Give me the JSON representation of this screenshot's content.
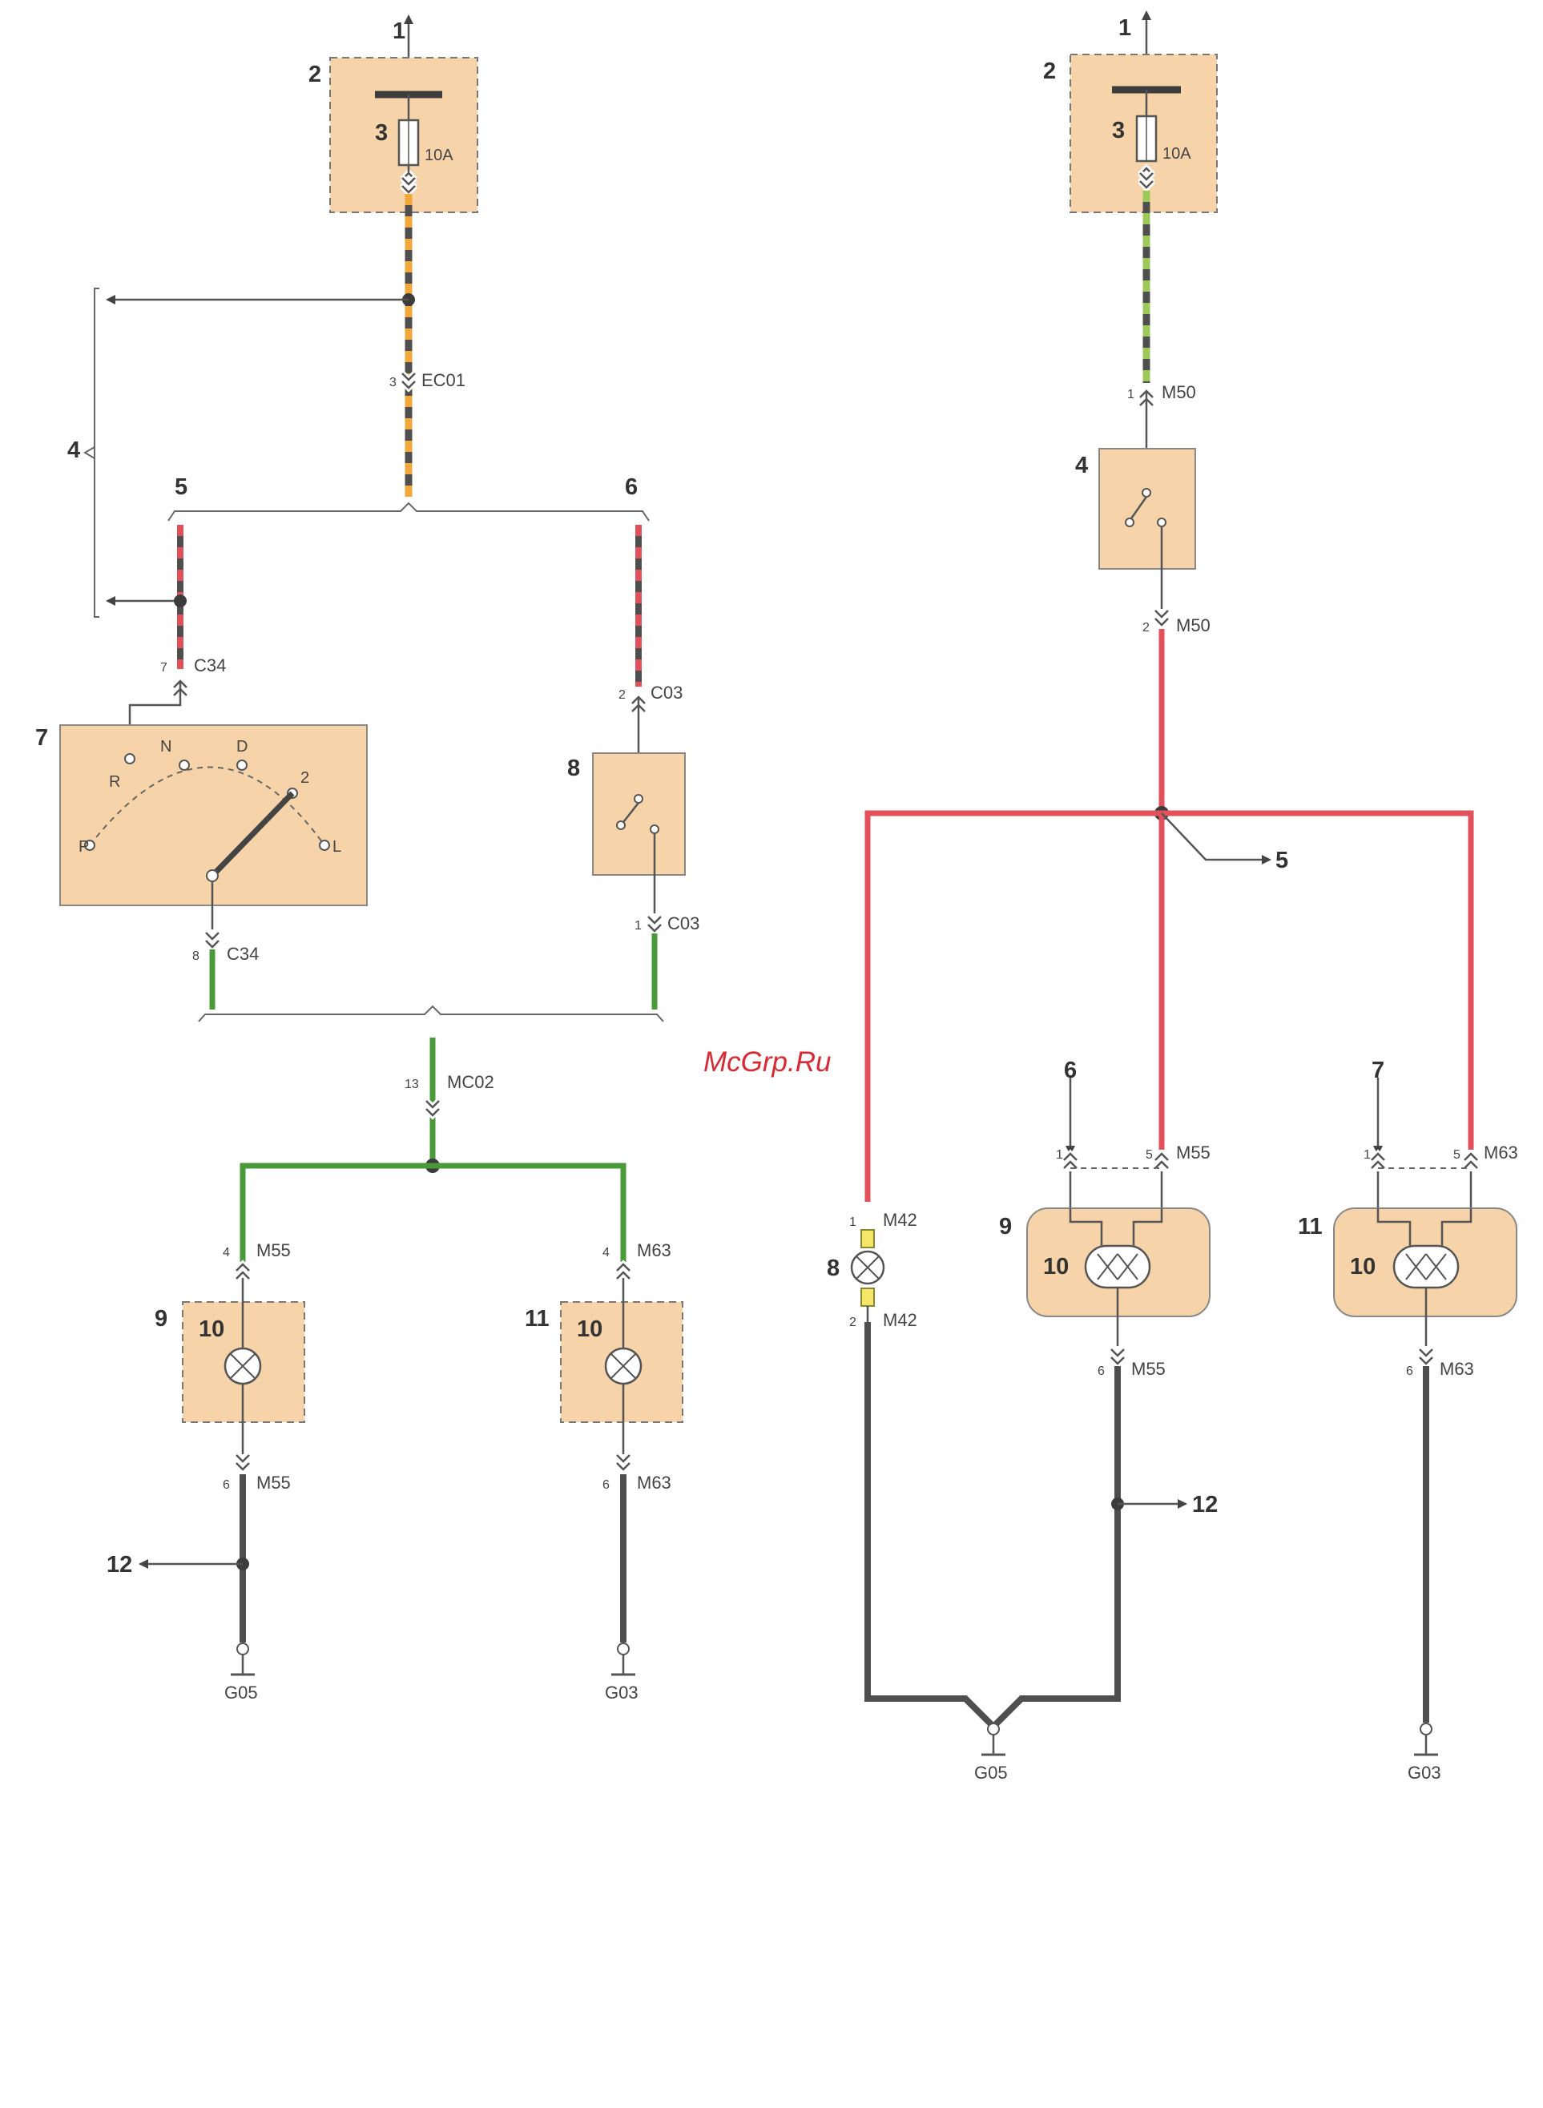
{
  "left": {
    "callouts": {
      "c1": "1",
      "c2": "2",
      "c3": "3",
      "c4": "4",
      "c5": "5",
      "c6": "6",
      "c7": "7",
      "c8": "8",
      "c9": "9",
      "c10a": "10",
      "c11": "11",
      "c10b": "10",
      "c12": "12"
    },
    "fuse_rating": "10A",
    "connectors": {
      "ec01": {
        "pin": "3",
        "name": "EC01"
      },
      "c34_top": {
        "pin": "7",
        "name": "C34"
      },
      "c34_bottom": {
        "pin": "8",
        "name": "C34"
      },
      "c03_top": {
        "pin": "2",
        "name": "C03"
      },
      "c03_bottom": {
        "pin": "1",
        "name": "C03"
      },
      "mc02": {
        "pin": "13",
        "name": "MC02"
      },
      "m55_top": {
        "pin": "4",
        "name": "M55"
      },
      "m63_top": {
        "pin": "4",
        "name": "M63"
      },
      "m55_bottom": {
        "pin": "6",
        "name": "M55"
      },
      "m63_bottom": {
        "pin": "6",
        "name": "M63"
      }
    },
    "gears": {
      "p": "P",
      "r": "R",
      "n": "N",
      "d": "D",
      "g2": "2",
      "l": "L"
    },
    "grounds": {
      "g05": "G05",
      "g03": "G03"
    }
  },
  "right": {
    "callouts": {
      "c1": "1",
      "c2": "2",
      "c3": "3",
      "c4": "4",
      "c5": "5",
      "c6": "6",
      "c7": "7",
      "c8": "8",
      "c9": "9",
      "c10a": "10",
      "c11": "11",
      "c10b": "10",
      "c12": "12"
    },
    "fuse_rating": "10A",
    "connectors": {
      "m50_top": {
        "pin": "1",
        "name": "M50"
      },
      "m50_bottom": {
        "pin": "2",
        "name": "M50"
      },
      "m55_p1": {
        "pin": "1"
      },
      "m55_p5": {
        "pin": "5",
        "name": "M55"
      },
      "m63_p1": {
        "pin": "1"
      },
      "m63_p5": {
        "pin": "5",
        "name": "M63"
      },
      "m42_top": {
        "pin": "1",
        "name": "M42"
      },
      "m42_bottom": {
        "pin": "2",
        "name": "M42"
      },
      "m55_bottom": {
        "pin": "6",
        "name": "M55"
      },
      "m63_bottom": {
        "pin": "6",
        "name": "M63"
      }
    },
    "grounds": {
      "g05": "G05",
      "g03": "G03"
    }
  },
  "watermark": "McGrp.Ru",
  "colors": {
    "black_wire": "#4f4f4f",
    "red_wire": "#e2505a",
    "green_wire": "#4a9a39",
    "orange_stripe": "#f2a73a",
    "green_stripe": "#9cc95a",
    "component_fill": "#f6d3a8",
    "watermark": "#d82a33"
  }
}
